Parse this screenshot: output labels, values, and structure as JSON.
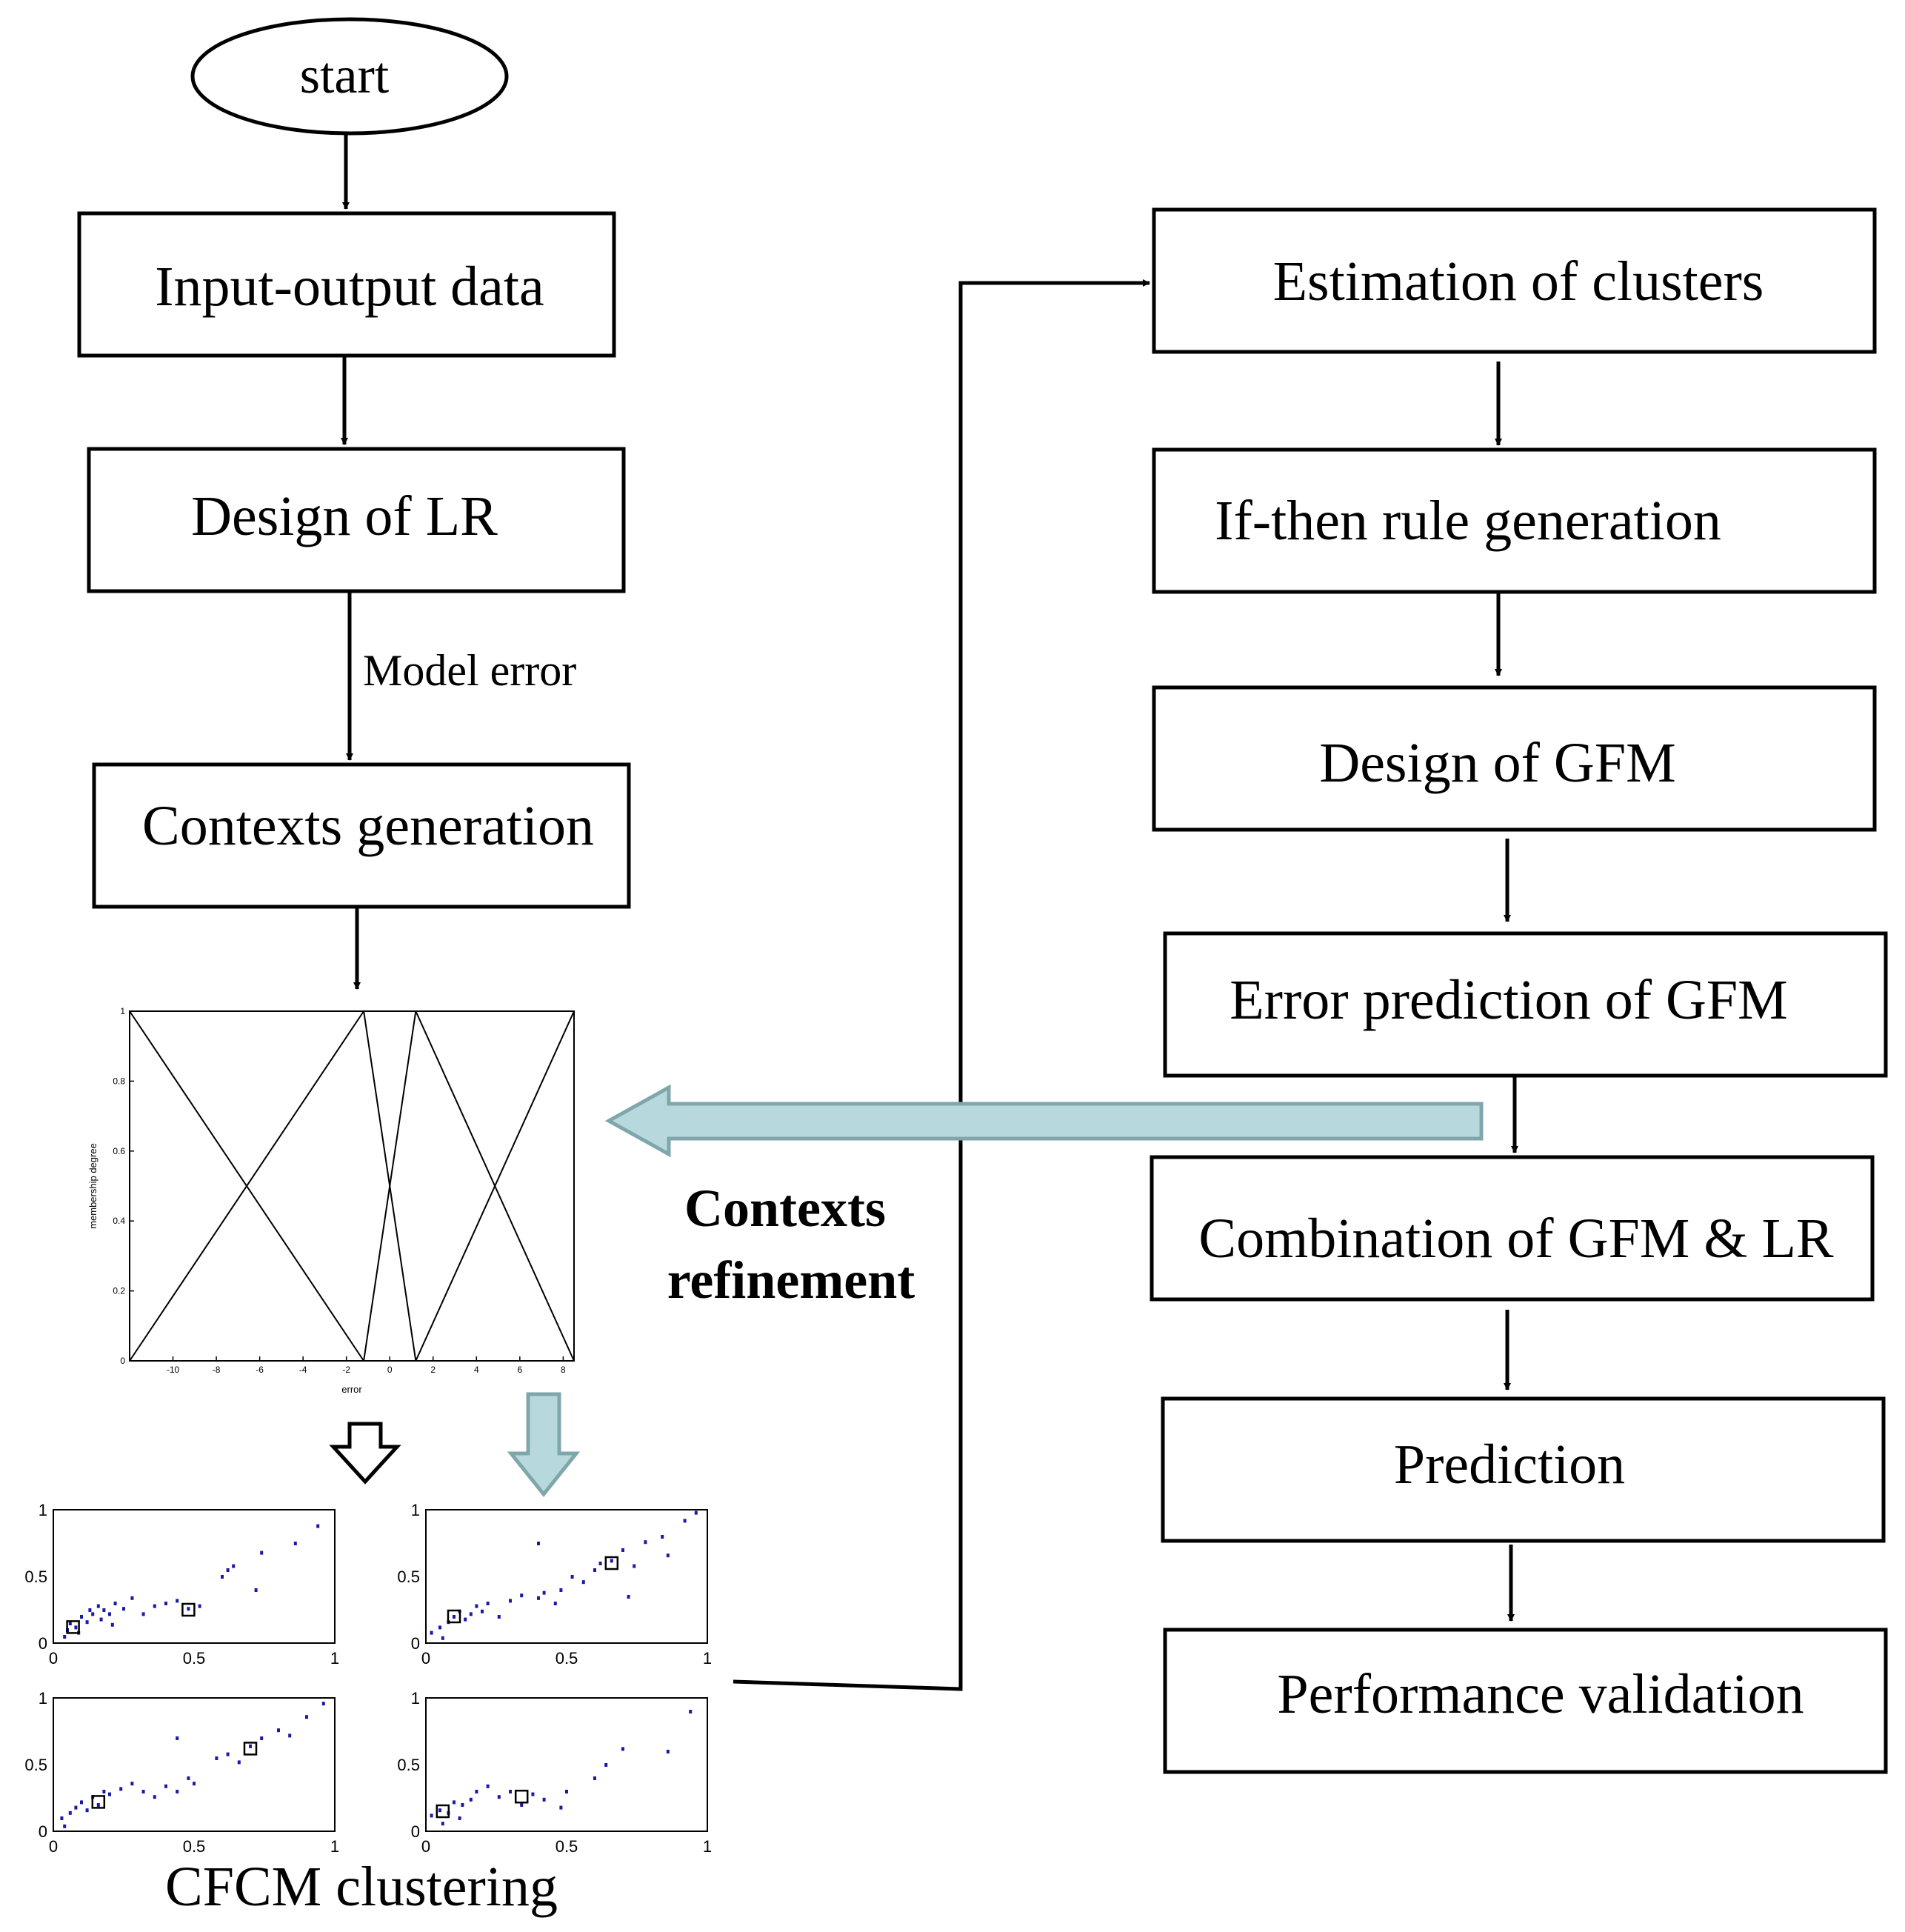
{
  "flow": {
    "start": "start",
    "left_boxes": [
      "Input-output data",
      "Design of LR",
      "Contexts generation"
    ],
    "model_error_label": "Model error",
    "right_boxes": [
      "Estimation of clusters",
      "If-then rule generation",
      "Design of GFM",
      "Error prediction of GFM",
      "Combination of GFM & LR",
      "Prediction",
      "Performance validation"
    ],
    "refinement_label_line1": "Contexts",
    "refinement_label_line2": "refinement",
    "cfcm_label": "CFCM clustering",
    "refinement_arrow_color": "#b7d9dd",
    "refinement_arrow_border": "#7fa6ab",
    "scatter_point_color": "#1a1aa8"
  },
  "membership_plot": {
    "type": "line",
    "ylabel": "membership degree",
    "xlabel": "error",
    "x_ticks": [
      "-10",
      "-8",
      "-6",
      "-4",
      "-2",
      "0",
      "2",
      "4",
      "6",
      "8"
    ],
    "y_ticks": [
      "0",
      "0.2",
      "0.4",
      "0.6",
      "0.8",
      "1"
    ],
    "xlim": [
      -12,
      8.5
    ],
    "ylim": [
      0,
      1
    ],
    "series": [
      {
        "x": [
          -12,
          -1.2
        ],
        "y": [
          1,
          0
        ]
      },
      {
        "x": [
          -12,
          -1.2
        ],
        "y": [
          0,
          1
        ]
      },
      {
        "x": [
          -1.2,
          1.2
        ],
        "y": [
          1,
          0
        ]
      },
      {
        "x": [
          -1.2,
          1.2
        ],
        "y": [
          0,
          1
        ]
      },
      {
        "x": [
          1.2,
          8.5
        ],
        "y": [
          1,
          0
        ]
      },
      {
        "x": [
          1.2,
          8.5
        ],
        "y": [
          0,
          1
        ]
      }
    ]
  },
  "chart_data": [
    {
      "type": "scatter",
      "x_ticks": [
        "0",
        "0.5",
        "1"
      ],
      "y_ticks": [
        "0",
        "0.5",
        "1"
      ],
      "xlim": [
        0,
        1
      ],
      "ylim": [
        0,
        1
      ],
      "points": [
        [
          0.05,
          0.1
        ],
        [
          0.06,
          0.15
        ],
        [
          0.08,
          0.12
        ],
        [
          0.1,
          0.2
        ],
        [
          0.12,
          0.16
        ],
        [
          0.14,
          0.22
        ],
        [
          0.16,
          0.28
        ],
        [
          0.18,
          0.25
        ],
        [
          0.2,
          0.22
        ],
        [
          0.22,
          0.3
        ],
        [
          0.25,
          0.26
        ],
        [
          0.28,
          0.34
        ],
        [
          0.32,
          0.22
        ],
        [
          0.36,
          0.28
        ],
        [
          0.4,
          0.3
        ],
        [
          0.44,
          0.32
        ],
        [
          0.48,
          0.26
        ],
        [
          0.52,
          0.28
        ],
        [
          0.6,
          0.5
        ],
        [
          0.62,
          0.55
        ],
        [
          0.64,
          0.58
        ],
        [
          0.72,
          0.4
        ],
        [
          0.74,
          0.68
        ],
        [
          0.86,
          0.75
        ],
        [
          0.94,
          0.88
        ],
        [
          0.04,
          0.05
        ],
        [
          0.09,
          0.08
        ],
        [
          0.13,
          0.25
        ],
        [
          0.17,
          0.18
        ],
        [
          0.21,
          0.14
        ]
      ],
      "centers": [
        [
          0.07,
          0.12
        ],
        [
          0.48,
          0.25
        ]
      ]
    },
    {
      "type": "scatter",
      "x_ticks": [
        "0",
        "0.5",
        "1"
      ],
      "y_ticks": [
        "0",
        "0.5",
        "1"
      ],
      "xlim": [
        0,
        1
      ],
      "ylim": [
        0,
        1
      ],
      "points": [
        [
          0.02,
          0.08
        ],
        [
          0.05,
          0.12
        ],
        [
          0.08,
          0.16
        ],
        [
          0.1,
          0.2
        ],
        [
          0.12,
          0.24
        ],
        [
          0.14,
          0.18
        ],
        [
          0.16,
          0.22
        ],
        [
          0.18,
          0.28
        ],
        [
          0.2,
          0.24
        ],
        [
          0.22,
          0.3
        ],
        [
          0.26,
          0.2
        ],
        [
          0.3,
          0.32
        ],
        [
          0.34,
          0.36
        ],
        [
          0.4,
          0.34
        ],
        [
          0.42,
          0.38
        ],
        [
          0.46,
          0.3
        ],
        [
          0.48,
          0.4
        ],
        [
          0.52,
          0.5
        ],
        [
          0.56,
          0.46
        ],
        [
          0.6,
          0.55
        ],
        [
          0.62,
          0.6
        ],
        [
          0.66,
          0.62
        ],
        [
          0.7,
          0.7
        ],
        [
          0.74,
          0.58
        ],
        [
          0.78,
          0.76
        ],
        [
          0.84,
          0.8
        ],
        [
          0.86,
          0.66
        ],
        [
          0.92,
          0.92
        ],
        [
          0.96,
          0.98
        ],
        [
          0.06,
          0.04
        ],
        [
          0.4,
          0.75
        ],
        [
          0.72,
          0.35
        ]
      ],
      "centers": [
        [
          0.1,
          0.2
        ],
        [
          0.66,
          0.6
        ]
      ]
    },
    {
      "type": "scatter",
      "x_ticks": [
        "0",
        "0.5",
        "1"
      ],
      "y_ticks": [
        "0",
        "0.5",
        "1"
      ],
      "xlim": [
        0,
        1
      ],
      "ylim": [
        0,
        1
      ],
      "points": [
        [
          0.03,
          0.1
        ],
        [
          0.06,
          0.14
        ],
        [
          0.08,
          0.18
        ],
        [
          0.1,
          0.22
        ],
        [
          0.12,
          0.16
        ],
        [
          0.14,
          0.26
        ],
        [
          0.16,
          0.2
        ],
        [
          0.18,
          0.3
        ],
        [
          0.2,
          0.28
        ],
        [
          0.24,
          0.32
        ],
        [
          0.28,
          0.36
        ],
        [
          0.32,
          0.3
        ],
        [
          0.36,
          0.26
        ],
        [
          0.4,
          0.34
        ],
        [
          0.44,
          0.3
        ],
        [
          0.48,
          0.4
        ],
        [
          0.5,
          0.36
        ],
        [
          0.58,
          0.55
        ],
        [
          0.62,
          0.58
        ],
        [
          0.66,
          0.52
        ],
        [
          0.7,
          0.64
        ],
        [
          0.74,
          0.7
        ],
        [
          0.8,
          0.76
        ],
        [
          0.84,
          0.72
        ],
        [
          0.9,
          0.86
        ],
        [
          0.96,
          0.96
        ],
        [
          0.44,
          0.7
        ],
        [
          0.04,
          0.04
        ]
      ],
      "centers": [
        [
          0.16,
          0.22
        ],
        [
          0.7,
          0.62
        ]
      ]
    },
    {
      "type": "scatter",
      "x_ticks": [
        "0",
        "0.5",
        "1"
      ],
      "y_ticks": [
        "0",
        "0.5",
        "1"
      ],
      "xlim": [
        0,
        1
      ],
      "ylim": [
        0,
        1
      ],
      "points": [
        [
          0.02,
          0.12
        ],
        [
          0.05,
          0.16
        ],
        [
          0.08,
          0.14
        ],
        [
          0.1,
          0.22
        ],
        [
          0.13,
          0.2
        ],
        [
          0.16,
          0.24
        ],
        [
          0.18,
          0.3
        ],
        [
          0.22,
          0.34
        ],
        [
          0.26,
          0.26
        ],
        [
          0.3,
          0.3
        ],
        [
          0.34,
          0.2
        ],
        [
          0.38,
          0.28
        ],
        [
          0.42,
          0.24
        ],
        [
          0.48,
          0.18
        ],
        [
          0.5,
          0.3
        ],
        [
          0.6,
          0.4
        ],
        [
          0.64,
          0.5
        ],
        [
          0.7,
          0.62
        ],
        [
          0.86,
          0.6
        ],
        [
          0.94,
          0.9
        ],
        [
          0.06,
          0.06
        ],
        [
          0.12,
          0.1
        ]
      ],
      "centers": [
        [
          0.06,
          0.15
        ],
        [
          0.34,
          0.26
        ]
      ]
    }
  ]
}
